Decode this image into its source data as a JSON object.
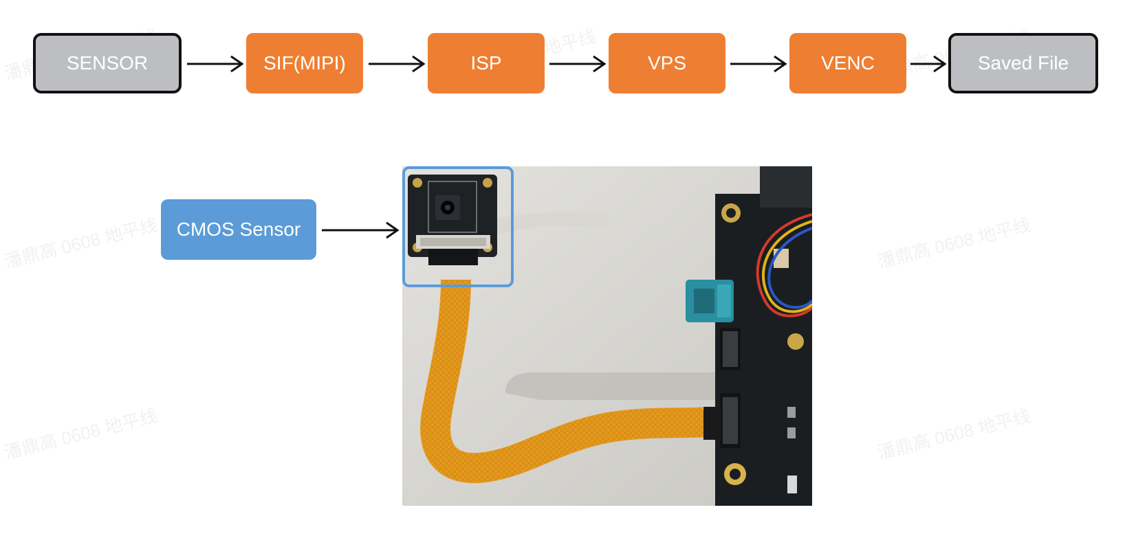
{
  "watermark": "潘鼎高 0608 地平线",
  "pipeline": {
    "sensor": "SENSOR",
    "sif": "SIF(MIPI)",
    "isp": "ISP",
    "vps": "VPS",
    "venc": "VENC",
    "saved_file": "Saved File"
  },
  "cmos_label": "CMOS Sensor",
  "colors": {
    "orange": "#ee7f32",
    "gray": "#bcbec1",
    "blue": "#5b9bd7",
    "highlight": "#5b9bd7"
  }
}
